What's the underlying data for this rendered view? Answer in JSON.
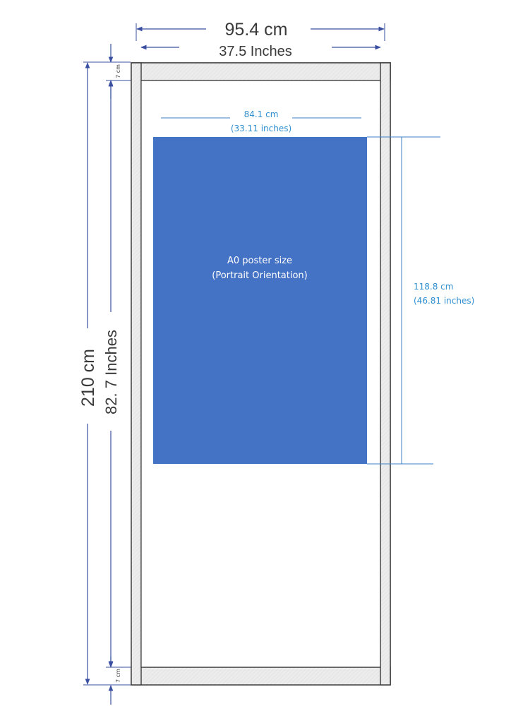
{
  "overall_width": {
    "cm": "95.4 cm",
    "inches": "37.5 Inches"
  },
  "overall_height": {
    "cm": "210 cm",
    "inches": "82. 7 Inches"
  },
  "frame_thickness": {
    "top": "7 cm",
    "bottom": "7 cm"
  },
  "poster": {
    "title": "A0 poster size",
    "subtitle": "(Portrait Orientation)",
    "width_cm": "84.1 cm",
    "width_inches": "(33.11 inches)",
    "height_cm": "118.8 cm",
    "height_inches": "(46.81 inches)"
  },
  "colors": {
    "poster_fill": "#4472c4",
    "frame_fill": "#ebebeb",
    "frame_stroke": "#3a3a3a",
    "dimension_line": "#3a4fa0",
    "poster_dimension_text": "#2f8fd0"
  }
}
